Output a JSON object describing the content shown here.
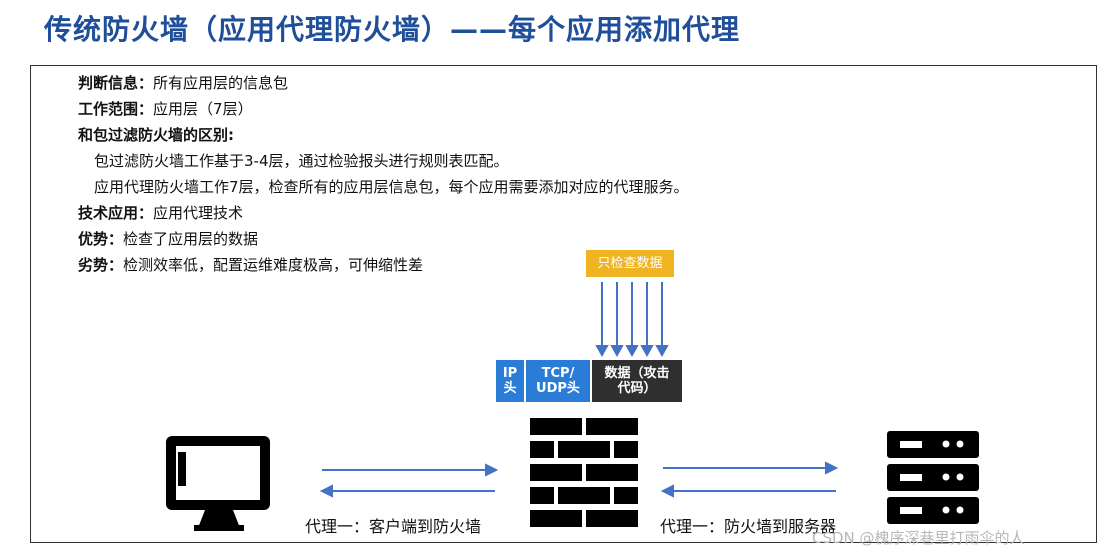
{
  "title": "传统防火墙（应用代理防火墙）——每个应用添加代理",
  "rows": [
    {
      "label": "判断信息",
      "sep": "：",
      "text": "所有应用层的信息包"
    },
    {
      "label": "工作范围",
      "sep": "：",
      "text": "应用层（7层）"
    },
    {
      "label": "和包过滤防火墙的区别",
      "sep": ":",
      "text": ""
    },
    {
      "label": "",
      "sep": "",
      "text": "包过滤防火墙工作基于3-4层，通过检验报头进行规则表匹配。"
    },
    {
      "label": "",
      "sep": "",
      "text": "应用代理防火墙工作7层，检查所有的应用层信息包，每个应用需要添加对应的代理服务。"
    },
    {
      "label": "技术应用",
      "sep": "：",
      "text": "应用代理技术"
    },
    {
      "label": "优势",
      "sep": "：",
      "text": "检查了应用层的数据"
    },
    {
      "label": "劣势",
      "sep": "：",
      "text": "检测效率低，配置运维难度极高，可伸缩性差"
    }
  ],
  "diagram": {
    "inspect_label": "只检查数据",
    "packet": {
      "ip": "IP 头",
      "tcp": "TCP/ UDP头",
      "data": "数据（攻击 代码）"
    },
    "left_caption": "代理一：客户端到防火墙",
    "right_caption": "代理一：防火墙到服务器",
    "colors": {
      "arrow": "#4472c4",
      "packet_blue": "#2a7cd6",
      "packet_dark": "#2f2f2f",
      "tag": "#f0b322"
    }
  },
  "watermark": "CSDN @槐序深巷里打雨伞的人"
}
